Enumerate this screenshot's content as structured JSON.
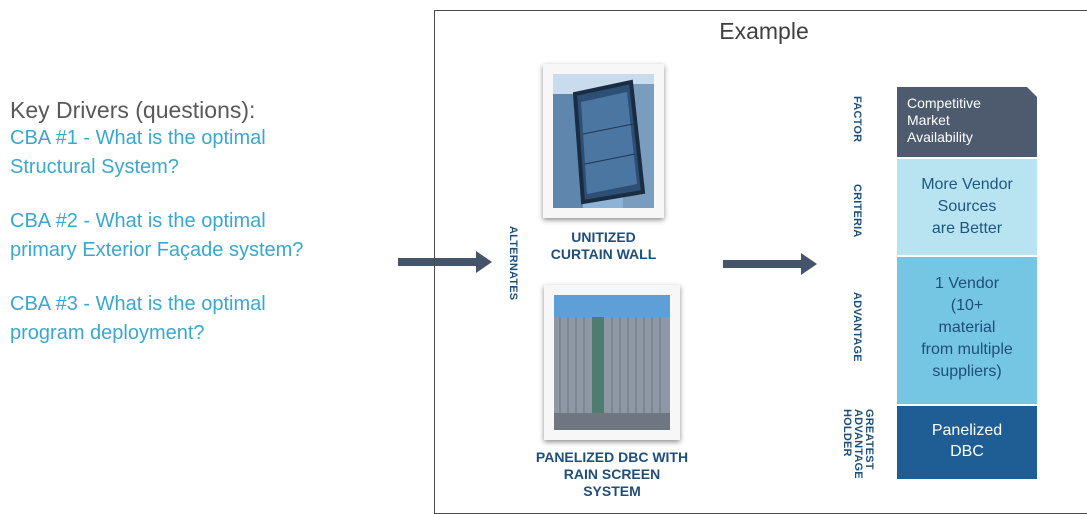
{
  "left": {
    "title": "Key Drivers (questions):",
    "cba1_line1": "CBA #1 - What is the optimal",
    "cba1_line2": "Structural System?",
    "cba2_line1": "CBA #2 - What is the optimal",
    "cba2_line2": "primary Exterior Façade system?",
    "cba3_line1": "CBA #3 - What is the optimal",
    "cba3_line2": "program deployment?"
  },
  "example": {
    "title": "Example",
    "alternates_label": "ALTERNATES",
    "alt1_line1": "UNITIZED",
    "alt1_line2": "CURTAIN WALL",
    "alt2_line1": "PANELIZED DBC WITH",
    "alt2_line2": "RAIN SCREEN",
    "alt2_line3": "SYSTEM"
  },
  "row_labels": {
    "factor": "FACTOR",
    "criteria": "CRITERIA",
    "advantage": "ADVANTAGE",
    "holder_line1": "GREATEST",
    "holder_line2": "ADVANTAGE",
    "holder_line3": "HOLDER"
  },
  "blocks": {
    "factor_line1": "Competitive",
    "factor_line2": "Market",
    "factor_line3": "Availability",
    "criteria_line1": "More Vendor",
    "criteria_line2": "Sources",
    "criteria_line3": "are Better",
    "advantage_line1": "1 Vendor",
    "advantage_line2": "(10+",
    "advantage_line3": "material",
    "advantage_line4": "from multiple",
    "advantage_line5": "suppliers)",
    "holder_line1": "Panelized",
    "holder_line2": "DBC"
  },
  "colors": {
    "cba_text": "#3aa7cf",
    "factor_bg": "#4e5b6f",
    "criteria_bg": "#b8e4f2",
    "advantage_bg": "#74c6e3",
    "holder_bg": "#1f5e95",
    "arrow": "#44546a"
  }
}
